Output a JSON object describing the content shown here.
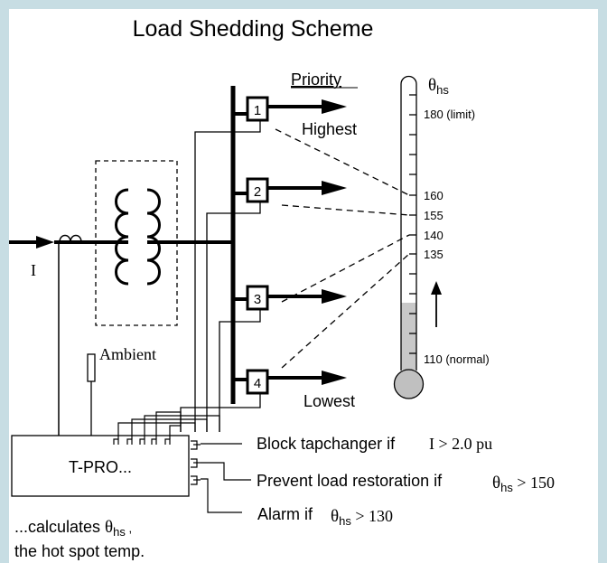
{
  "title": "Load Shedding Scheme",
  "priority_header": "Priority",
  "priority_highest": "Highest",
  "priority_lowest": "Lowest",
  "feeders": [
    "1",
    "2",
    "3",
    "4"
  ],
  "current_symbol": "I",
  "ambient_label": "Ambient",
  "relay_label": "T-PRO...",
  "thermometer": {
    "symbol": "θ",
    "subscript": "hs",
    "marks": [
      "180 (limit)",
      "160",
      "155",
      "140",
      "135",
      "110 (normal)"
    ]
  },
  "actions": {
    "block": {
      "text": "Block tapchanger  if",
      "cond_symbol": "I",
      "cond_rest": " > 2.0 pu"
    },
    "prevent": {
      "text": "Prevent load restoration if",
      "cond_symbol": "θ",
      "cond_sub": "hs",
      "cond_rest": " > 150"
    },
    "alarm": {
      "text": "Alarm  if ",
      "cond_symbol": "θ",
      "cond_sub": "hs",
      "cond_rest": " > 130"
    }
  },
  "footnote": {
    "line1_prefix": "...calculates ",
    "line1_symbol": "θ",
    "line1_sub": "hs",
    "line1_suffix": " ,",
    "line2": "the hot spot temp."
  },
  "colors": {
    "background": "#c7dde3",
    "panel": "#ffffff",
    "ink": "#000000",
    "bulb": "#c0c0c0",
    "column_fill": "#c8c8c8"
  }
}
